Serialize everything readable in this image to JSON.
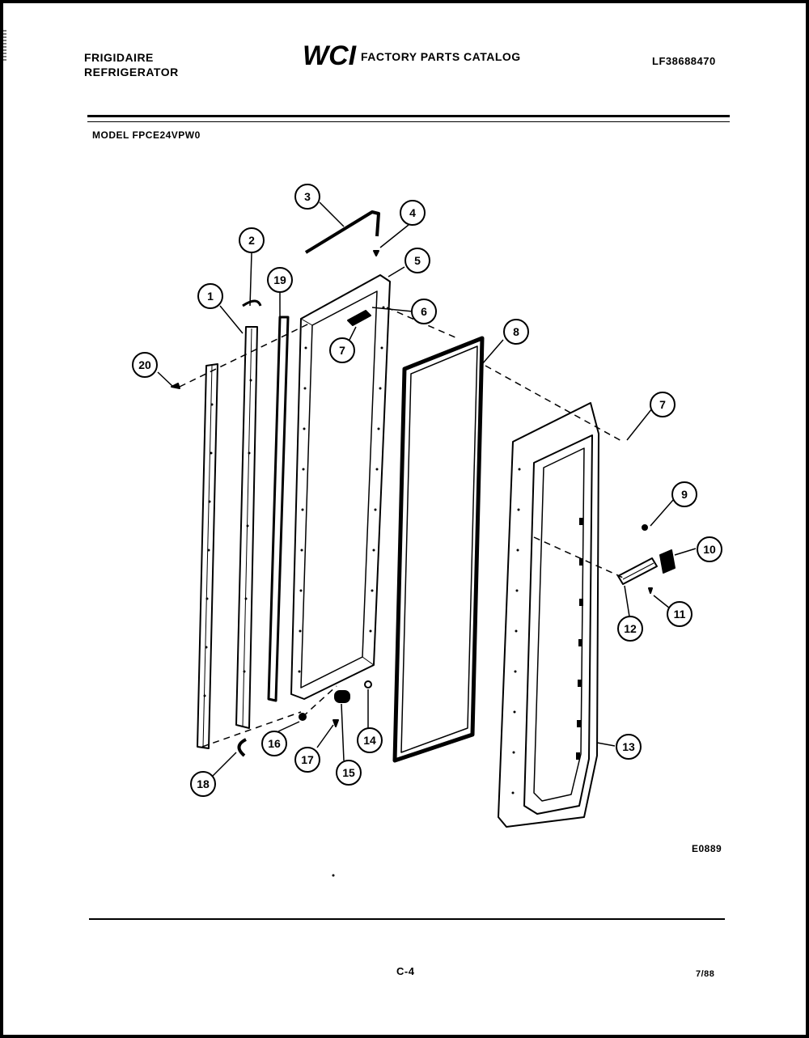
{
  "header": {
    "brand_line1": "FRIGIDAIRE",
    "brand_line2": "REFRIGERATOR",
    "logo_text": "WCI",
    "catalog_title": "FACTORY PARTS CATALOG",
    "part_number": "LF38688470",
    "model": "MODEL FPCE24VPW0"
  },
  "diagram": {
    "callouts": [
      "1",
      "2",
      "3",
      "4",
      "5",
      "6",
      "7",
      "8",
      "7",
      "9",
      "10",
      "11",
      "12",
      "13",
      "14",
      "15",
      "16",
      "17",
      "18",
      "19",
      "20"
    ],
    "figure_code": "E0889"
  },
  "footer": {
    "page": "C-4",
    "date": "7/88"
  }
}
